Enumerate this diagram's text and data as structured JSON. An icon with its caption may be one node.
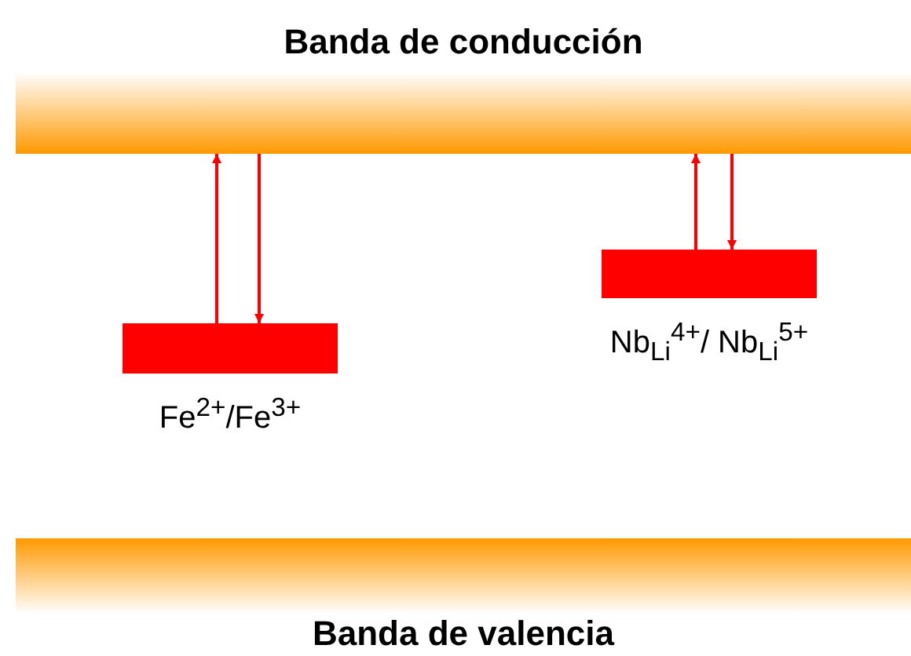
{
  "diagram": {
    "nodes": [
      {
        "text": [
          "Banda de conducción"
        ]
      },
      {
        "text": [
          "Fe$^{2+}$/Fe$^{3+}$"
        ]
      },
      {
        "text": [
          "Nb$_{Li}$$^{4+}$/ Nb$_{Li}$$^{5+}$"
        ]
      },
      {
        "text": [
          "Banda de valencia"
        ]
      }
    ],
    "edges": [
      {
        "from": 1,
        "to": 0,
        "arrow": "to"
      },
      {
        "from": 0,
        "to": 1,
        "arrow": "to"
      },
      {
        "from": 2,
        "to": 0,
        "arrow": "to"
      },
      {
        "from": 0,
        "to": 2,
        "arrow": "to"
      }
    ]
  }
}
